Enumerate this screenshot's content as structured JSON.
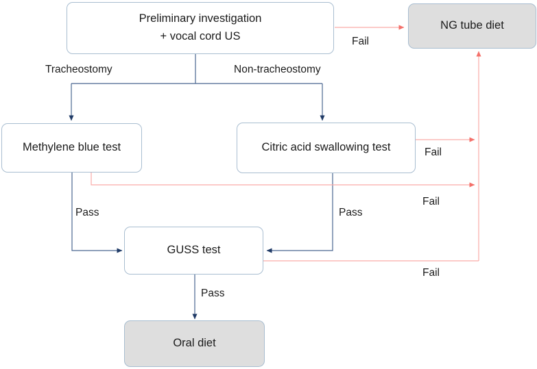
{
  "diagram": {
    "title": "Swallowing assessment algorithm flowchart",
    "colors": {
      "flow_blue": "#2b4a7d",
      "fail_red": "#f58a86",
      "node_border": "#a8bdd0",
      "terminal_fill": "#dedede",
      "text": "#1a1a1a",
      "background": "#ffffff"
    },
    "nodes": [
      {
        "id": "preliminary",
        "label_line1": "Preliminary investigation",
        "label_line2": "+ vocal cord US",
        "style": "process"
      },
      {
        "id": "ng-tube-diet",
        "label_line1": "NG tube diet",
        "label_line2": "",
        "style": "terminal"
      },
      {
        "id": "methylene-blue-test",
        "label_line1": "Methylene blue test",
        "label_line2": "",
        "style": "process"
      },
      {
        "id": "citric-acid-swallowing-test",
        "label_line1": "Citric acid swallowing test",
        "label_line2": "",
        "style": "process"
      },
      {
        "id": "guss-test",
        "label_line1": "GUSS test",
        "label_line2": "",
        "style": "process"
      },
      {
        "id": "oral-diet",
        "label_line1": "Oral diet",
        "label_line2": "",
        "style": "terminal"
      }
    ],
    "edge_labels": {
      "tracheostomy": "Tracheostomy",
      "non_tracheostomy": "Non-tracheostomy",
      "fail_preliminary": "Fail",
      "fail_citric": "Fail",
      "fail_methylene": "Fail",
      "fail_guss": "Fail",
      "pass_methylene": "Pass",
      "pass_citric": "Pass",
      "pass_guss": "Pass"
    }
  }
}
